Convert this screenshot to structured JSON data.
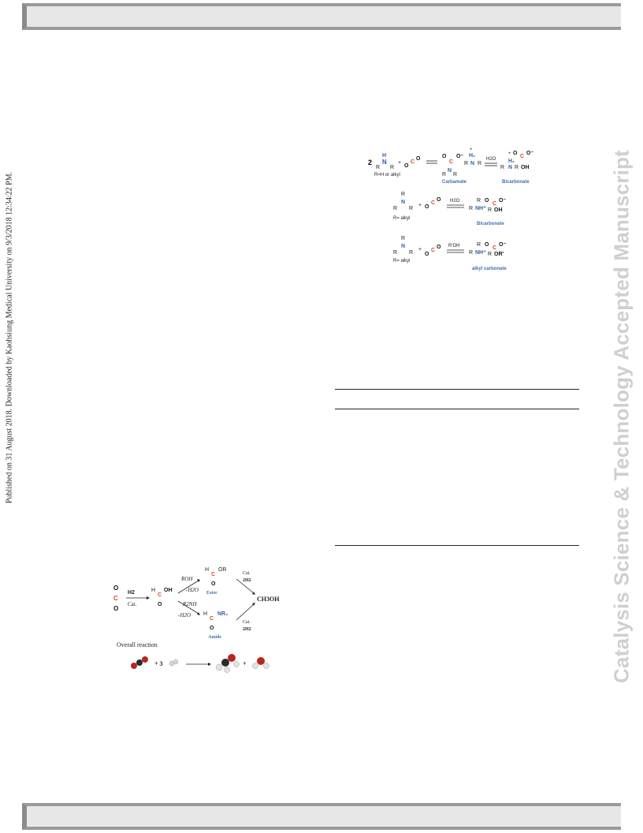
{
  "journal_watermark": "Catalysis Science & Technology Accepted Manuscript",
  "publication_note": "Published on 31 August 2018. Downloaded by Kaohsiung Medical University on 9/3/2018 12:34:22 PM.",
  "scheme_co2_amine": {
    "row1": {
      "amine_prefix": "2",
      "r_label": "R=H or alkyl",
      "carbamate_label": "Carbamate",
      "bicarbonate_label": "Bicarbonate",
      "water": "H2O"
    },
    "row2": {
      "r_label": "R= alkyl",
      "bicarbonate_label": "Bicarbonate",
      "water": "H2O"
    },
    "row3": {
      "r_label": "R= alkyl",
      "alkyl_carbonate_label": "alkyl carbonate",
      "alcohol": "R'OH"
    }
  },
  "scheme_methanol": {
    "h2": "H2",
    "cat": "Cat.",
    "roh": "ROH",
    "minus_h2o_1": "-H2O",
    "r2nh": "R2NH",
    "minus_h2o_2": "-H2O",
    "ester_label": "Ester",
    "amide_label": "Amide",
    "cat_top": "Cat.",
    "h2_top": "2H2",
    "cat_bottom": "Cat.",
    "h2_bottom": "2H2",
    "product": "CH3OH",
    "overall_reaction": "Overall reaction",
    "plus_3": "+ 3",
    "plus": "+"
  }
}
